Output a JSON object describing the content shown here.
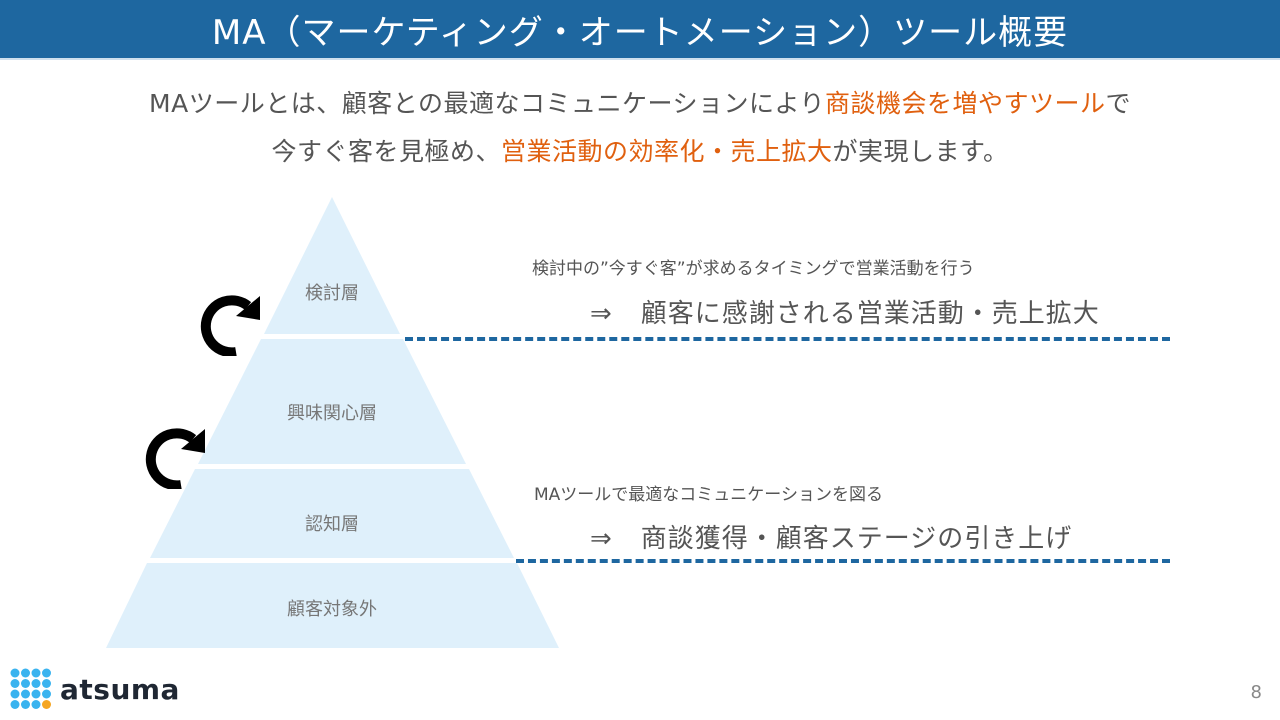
{
  "header": {
    "title": "MA（マーケティング・オートメーション）ツール概要"
  },
  "lead": {
    "line1": {
      "text_before": "MAツールとは、顧客との最適なコミュニケーションにより",
      "highlight": "商談機会を増やすツール",
      "text_after": "で"
    },
    "line2": {
      "text_before": "今すぐ客を見極め、",
      "highlight": "営業活動の効率化・売上拡大",
      "text_after": "が実現します。"
    }
  },
  "pyramid": {
    "layers": [
      {
        "label": "検討層"
      },
      {
        "label": "興味関心層"
      },
      {
        "label": "認知層"
      },
      {
        "label": "顧客対象外"
      }
    ],
    "cycle_icons": [
      "redo-arrow-icon",
      "redo-arrow-icon"
    ]
  },
  "notes": {
    "upper": {
      "small": "検討中の”今すぐ客”が求めるタイミングで営業活動を行う",
      "arrow": "⇒",
      "big": "顧客に感謝される営業活動・売上拡大"
    },
    "lower": {
      "small": "MAツールで最適なコミュニケーションを図る",
      "arrow": "⇒",
      "big": "商談獲得・顧客ステージの引き上げ"
    }
  },
  "footer": {
    "logo_text": "atsuma",
    "page_number": "8"
  },
  "colors": {
    "header_bg": "#1e67a0",
    "highlight": "#e0600f",
    "pyramid_fill": "#dff0fb",
    "dash": "#1e67a0",
    "logo_dots": "#3ab3ef",
    "logo_accent": "#f5a623"
  }
}
